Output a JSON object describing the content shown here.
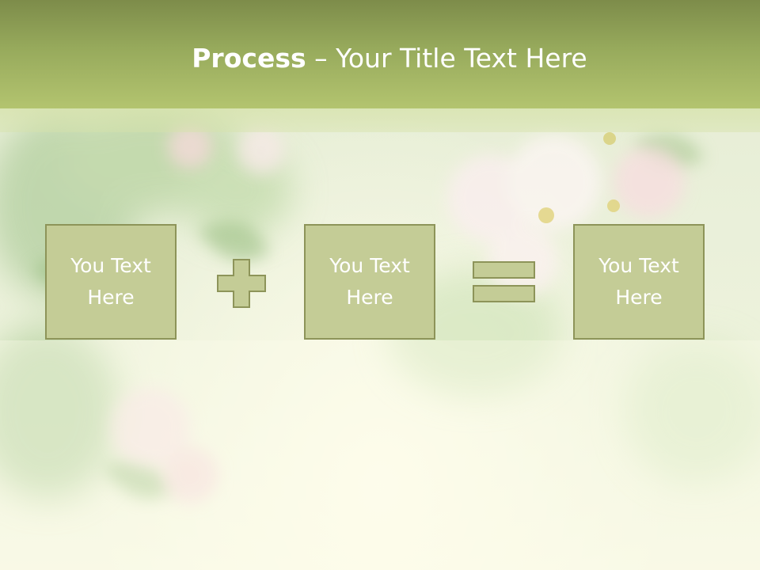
{
  "slide": {
    "title": {
      "bold": "Process",
      "rest": " – Your Title Text Here"
    },
    "boxes": [
      {
        "text": "You Text Here"
      },
      {
        "text": "You Text Here"
      },
      {
        "text": "You Text Here"
      }
    ],
    "operators": [
      "plus",
      "equals"
    ],
    "colors": {
      "header_top": "#7d8c4a",
      "header_bottom": "#b3c46f",
      "box_fill": "#c4cc96",
      "box_border": "#8d9459",
      "text": "#ffffff"
    }
  }
}
